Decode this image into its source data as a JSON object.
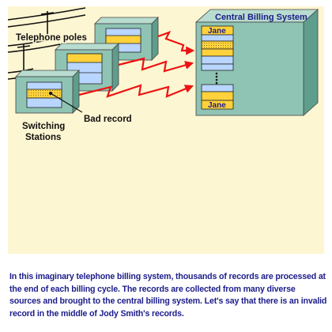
{
  "labels": {
    "telephone_poles": "Telephone poles",
    "central_billing": "Central Billing System",
    "bad_record": "Bad record",
    "switching_line1": "Switching",
    "switching_line2": "Stations",
    "record_top_name": "Jane",
    "record_bottom_name": "Jane"
  },
  "caption": "In this imaginary telephone billing system, thousands of records are processed at the end of each billing cycle. The records are collected from many diverse sources and brought to the central billing system. Let's say that there is an invalid record in the middle of Jody Smith's records.",
  "colors": {
    "panel_bg": "#fdf6d2",
    "box_front": "#8fc4b4",
    "box_side": "#5f9d8c",
    "box_top": "#b8dccf",
    "record_blue": "#b8d6ff",
    "record_yellow": "#ffd23c",
    "arrow_red": "#ee1111",
    "text_navy": "#1c1c8a"
  }
}
